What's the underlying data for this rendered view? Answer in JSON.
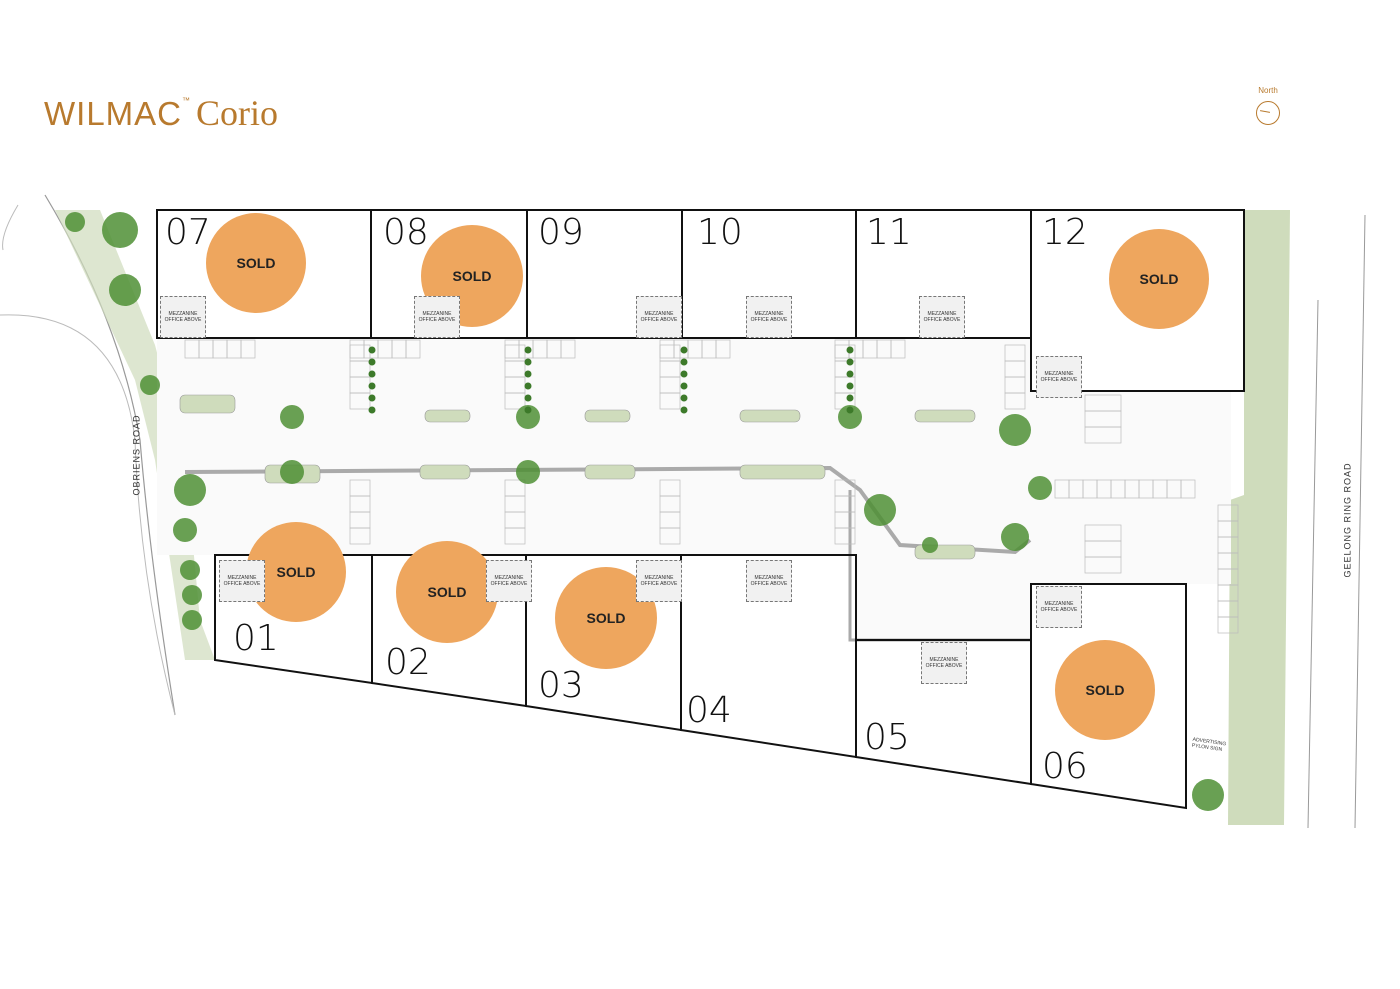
{
  "header": {
    "brand": "WILMAC",
    "trademark": "™",
    "place": "Corio"
  },
  "compass": {
    "label": "North"
  },
  "roads": {
    "west": "OBRIENS ROAD",
    "east": "GEELONG RING ROAD"
  },
  "sign": {
    "line1": "ADVERTISING",
    "line2": "PYLON SIGN"
  },
  "mezzanine_label": "MEZZANINE OFFICE ABOVE",
  "sold_label": "SOLD",
  "colors": {
    "sold": "#eea65e",
    "brand": "#b87a2e",
    "landscape": "#cfdcbc",
    "tree": "#4f8f35"
  },
  "lots": [
    {
      "number": "07",
      "sold": true
    },
    {
      "number": "08",
      "sold": true
    },
    {
      "number": "09",
      "sold": false
    },
    {
      "number": "10",
      "sold": false
    },
    {
      "number": "11",
      "sold": false
    },
    {
      "number": "12",
      "sold": true
    },
    {
      "number": "01",
      "sold": true
    },
    {
      "number": "02",
      "sold": true
    },
    {
      "number": "03",
      "sold": true
    },
    {
      "number": "04",
      "sold": false
    },
    {
      "number": "05",
      "sold": false
    },
    {
      "number": "06",
      "sold": true
    }
  ]
}
